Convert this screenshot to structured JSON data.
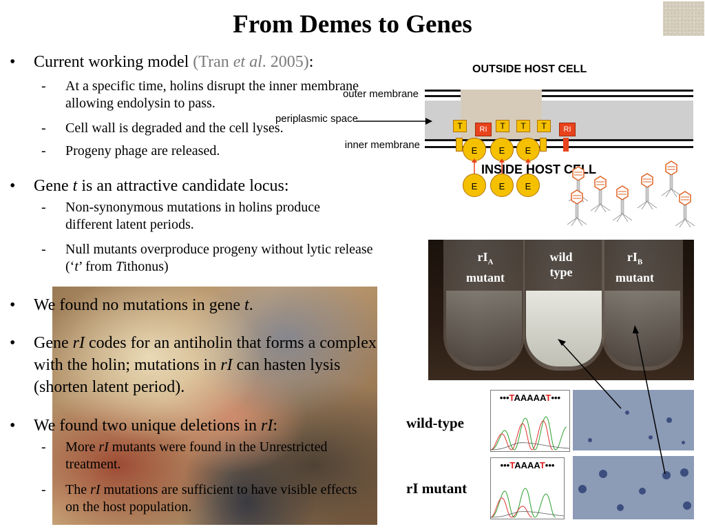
{
  "title": "From Demes to Genes",
  "bullets": {
    "b1": {
      "pre": "Current working model ",
      "ref_pre": "(Tran ",
      "ref_em": "et al",
      "ref_post": ". 2005)",
      "post": ":"
    },
    "b1_1": "At a specific time, holins disrupt the inner membrane allowing endolysin to pass.",
    "b1_2": "Cell wall is degraded and the cell lyses.",
    "b1_3": "Progeny phage are released.",
    "b2": {
      "pre": "Gene ",
      "em": "t",
      "post": " is an attractive candidate locus:"
    },
    "b2_1": "Non-synonymous mutations in holins produce different latent periods.",
    "b2_2": {
      "pre": "Null mutants overproduce progeny without lytic release (‘",
      "em": "t",
      "mid": "’ from ",
      "em2": "T",
      "post": "ithonus)"
    },
    "b3": {
      "pre": "We found no mutations in gene ",
      "em": "t",
      "post": "."
    },
    "b4": {
      "pre": "Gene ",
      "em": "rI",
      "mid": " codes for an antiholin that forms a complex with the holin; mutations in ",
      "em2": "rI",
      "post": " can hasten lysis (shorten latent period)."
    },
    "b5": {
      "pre": "We found two unique deletions in ",
      "em": "rI",
      "post": ":"
    },
    "b5_1": {
      "pre": "More ",
      "em": "rI",
      "post": " mutants were found in the Unrestricted treatment."
    },
    "b5_2": {
      "pre": "The ",
      "em": "rI",
      "post": " mutations are sufficient to have visible effects on the host population."
    },
    "bullet_char": "•",
    "dash_char": "-"
  },
  "diagram": {
    "outside": "OUTSIDE HOST CELL",
    "inside": "INSIDE HOST CELL",
    "outer_membrane": "outer membrane",
    "periplasmic_space": "periplasmic space",
    "inner_membrane": "inner membrane",
    "t": "T",
    "ri": "RI",
    "e": "E"
  },
  "photo": {
    "tube1": {
      "main": "rI",
      "sub": "A",
      "line2": "mutant"
    },
    "tube2": {
      "line1": "wild",
      "line2": "type"
    },
    "tube3": {
      "main": "rI",
      "sub": "B",
      "line2": "mutant"
    }
  },
  "seq": {
    "wild_label": "wild-type",
    "mutant_label": "rI mutant",
    "wild": {
      "dots_l": "•••",
      "red1": "T",
      "black": "AAAAA",
      "red2": "T",
      "dots_r": "•••"
    },
    "mutant": {
      "dots_l": "•••",
      "red1": "T",
      "black": "AAAA",
      "red2": "T",
      "dots_r": "•••"
    }
  }
}
